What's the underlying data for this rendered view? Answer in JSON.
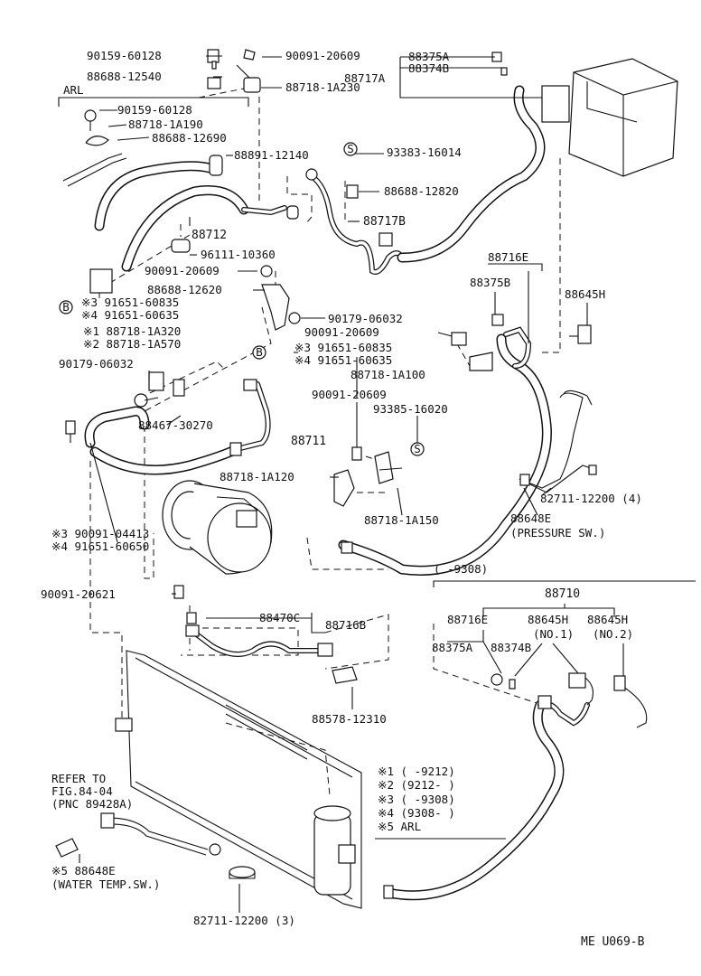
{
  "labels": {
    "l01": "90159-60128",
    "l02": "90091-20609",
    "l03": "88375A",
    "l04": "88374B",
    "l05": "88717A",
    "l06": "88688-12540",
    "l07": "88718-1A230",
    "l08": "ARL",
    "l09": "90159-60128",
    "l10": "88718-1A190",
    "l11": "88688-12690",
    "l12": "88891-12140",
    "l13": "93383-16014",
    "l14": "88688-12820",
    "l15": "88717B",
    "l16": "88712",
    "l17": "96111-10360",
    "l18": "88716E",
    "l19": "90091-20609",
    "l20": "88375B",
    "l21": "88645H",
    "l22": "88688-12620",
    "l23": "※3  91651-60835",
    "l24": "※4  91651-60635",
    "l25": "90179-06032",
    "l26": "90091-20609",
    "l27": "※1  88718-1A320",
    "l28": "※2  88718-1A570",
    "l29": "※3  91651-60835",
    "l30": "※4  91651-60635",
    "l31": "90179-06032",
    "l32": "88718-1A100",
    "l33": "90091-20609",
    "l34": "93385-16020",
    "l35": "88467-30270",
    "l36": "88711",
    "l37": "88718-1A120",
    "l38": "88718-1A150",
    "l39": "82711-12200 (4)",
    "l40": "88648E",
    "l41": "(PRESSURE SW.)",
    "l42": "※3  90091-04413",
    "l43": "※4  91651-60650",
    "l44": "(     -9308)",
    "l45": "88710",
    "l46": "90091-20621",
    "l47": "88716E",
    "l48": "88645H",
    "l49": "88645H",
    "l50": "(NO.1)",
    "l51": "(NO.2)",
    "l52": "88470C",
    "l53": "88716B",
    "l54": "88375A",
    "l55": "88374B",
    "l56": "88578-12310",
    "l57": "REFER TO",
    "l58": "FIG.84-04",
    "l59": "(PNC 89428A)",
    "l60": "※5  88648E",
    "l61": "(WATER TEMP.SW.)",
    "l62": "82711-12200 (3)",
    "l63": "ME  U069-B"
  },
  "ref_circles": {
    "b": "B",
    "s": "S"
  },
  "notes": {
    "n1": "※1   (      -9212)",
    "n2": "※2   (9212-      )",
    "n3": "※3   (      -9308)",
    "n4": "※4   (9308-      )",
    "n5": "※5   ARL"
  }
}
